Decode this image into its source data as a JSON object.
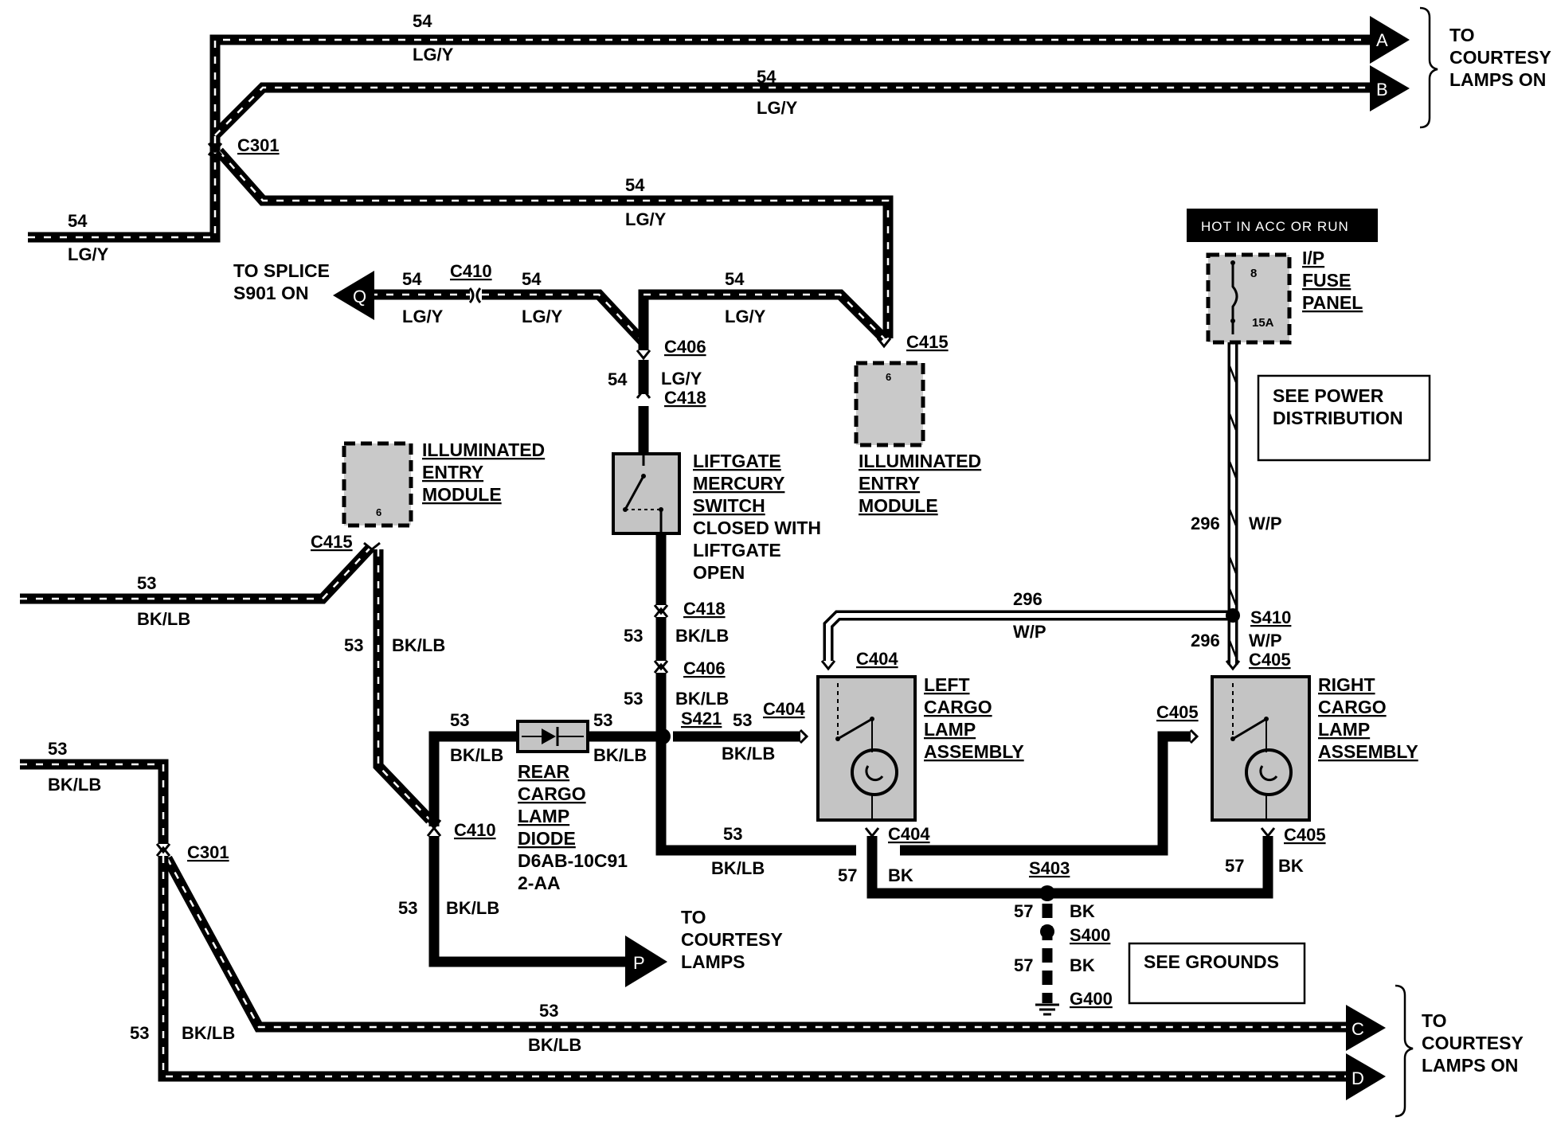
{
  "wires": {
    "top_a": {
      "circuit": "54",
      "color": "LG/Y"
    },
    "top_b": {
      "circuit": "54",
      "color": "LG/Y"
    },
    "c301_to_c415": {
      "circuit": "54",
      "color": "LG/Y"
    },
    "left_in_54": {
      "circuit": "54",
      "color": "LG/Y"
    },
    "splice_left": {
      "circuit": "54",
      "color": "LG/Y"
    },
    "splice_mid": {
      "circuit": "54",
      "color": "LG/Y"
    },
    "splice_right": {
      "circuit": "54",
      "color": "LG/Y"
    },
    "c406_c418": {
      "circuit": "54",
      "color": "LG/Y"
    },
    "left_in_53a": {
      "circuit": "53",
      "color": "BK/LB"
    },
    "vertical_53": {
      "circuit": "53",
      "color": "BK/LB"
    },
    "switch_down_1": {
      "circuit": "53",
      "color": "BK/LB"
    },
    "switch_down_2": {
      "circuit": "53",
      "color": "BK/LB"
    },
    "diode_left": {
      "circuit": "53",
      "color": "BK/LB"
    },
    "diode_right": {
      "circuit": "53",
      "color": "BK/LB"
    },
    "s421_right": {
      "circuit": "53",
      "color": "BK/LB"
    },
    "s421_down": {
      "circuit": "53",
      "color": "BK/LB"
    },
    "c410_down": {
      "circuit": "53",
      "color": "BK/LB"
    },
    "left_in_53b": {
      "circuit": "53",
      "color": "BK/LB"
    },
    "bottom_c": {
      "circuit": "53",
      "color": "BK/LB"
    },
    "bottom_d": {
      "circuit": "53",
      "color": "BK/LB"
    },
    "wp_vertical": {
      "circuit": "296",
      "color": "W/P"
    },
    "wp_horizontal": {
      "circuit": "296",
      "color": "W/P"
    },
    "wp_right": {
      "circuit": "296",
      "color": "W/P"
    },
    "gnd_left": {
      "circuit": "57",
      "color": "BK"
    },
    "gnd_right": {
      "circuit": "57",
      "color": "BK"
    },
    "gnd_s403": {
      "circuit": "57",
      "color": "BK"
    },
    "gnd_s400": {
      "circuit": "57",
      "color": "BK"
    }
  },
  "connectors": {
    "c301_top": "C301",
    "c301_bottom": "C301",
    "c410_top": "C410",
    "c410_bottom": "C410",
    "c406_top": "C406",
    "c406_bottom": "C406",
    "c418_top": "C418",
    "c418_bottom": "C418",
    "c415_right": "C415",
    "c415_left": "C415",
    "c404_top": "C404",
    "c404_side": "C404",
    "c404_bottom": "C404",
    "c405_top": "C405",
    "c405_side": "C405",
    "c405_bottom": "C405",
    "s410": "S410",
    "s421": "S421",
    "s403": "S403",
    "s400": "S400",
    "g400": "G400"
  },
  "components": {
    "iem_left": [
      "ILLUMINATED",
      "ENTRY",
      "MODULE"
    ],
    "iem_left_pin": "6",
    "iem_right": [
      "ILLUMINATED",
      "ENTRY",
      "MODULE"
    ],
    "iem_right_pin": "6",
    "liftgate_switch": [
      "LIFTGATE",
      "MERCURY",
      "SWITCH"
    ],
    "liftgate_note": [
      "CLOSED WITH",
      "LIFTGATE",
      "OPEN"
    ],
    "left_lamp": [
      "LEFT",
      "CARGO",
      "LAMP",
      "ASSEMBLY"
    ],
    "right_lamp": [
      "RIGHT",
      "CARGO",
      "LAMP",
      "ASSEMBLY"
    ],
    "diode": [
      "REAR",
      "CARGO",
      "LAMP",
      "DIODE"
    ],
    "diode_part": [
      "D6AB-10C91",
      "2-AA"
    ],
    "fuse_panel": [
      "I/P",
      "FUSE",
      "PANEL"
    ],
    "fuse_number": "8",
    "fuse_rating": "15A",
    "hot_label": "HOT IN ACC OR RUN"
  },
  "references": {
    "to_courtesy_top": [
      "TO",
      "COURTESY",
      "LAMPS ON"
    ],
    "to_courtesy_bottom": [
      "TO",
      "COURTESY",
      "LAMPS ON"
    ],
    "to_courtesy_p": [
      "TO",
      "COURTESY",
      "LAMPS"
    ],
    "to_splice": [
      "TO SPLICE",
      "S901 ON"
    ],
    "see_power": [
      "SEE POWER",
      "DISTRIBUTION"
    ],
    "see_grounds": "SEE GROUNDS",
    "arrow_a": "A",
    "arrow_b": "B",
    "arrow_c": "C",
    "arrow_d": "D",
    "arrow_p": "P",
    "arrow_q": "Q"
  }
}
